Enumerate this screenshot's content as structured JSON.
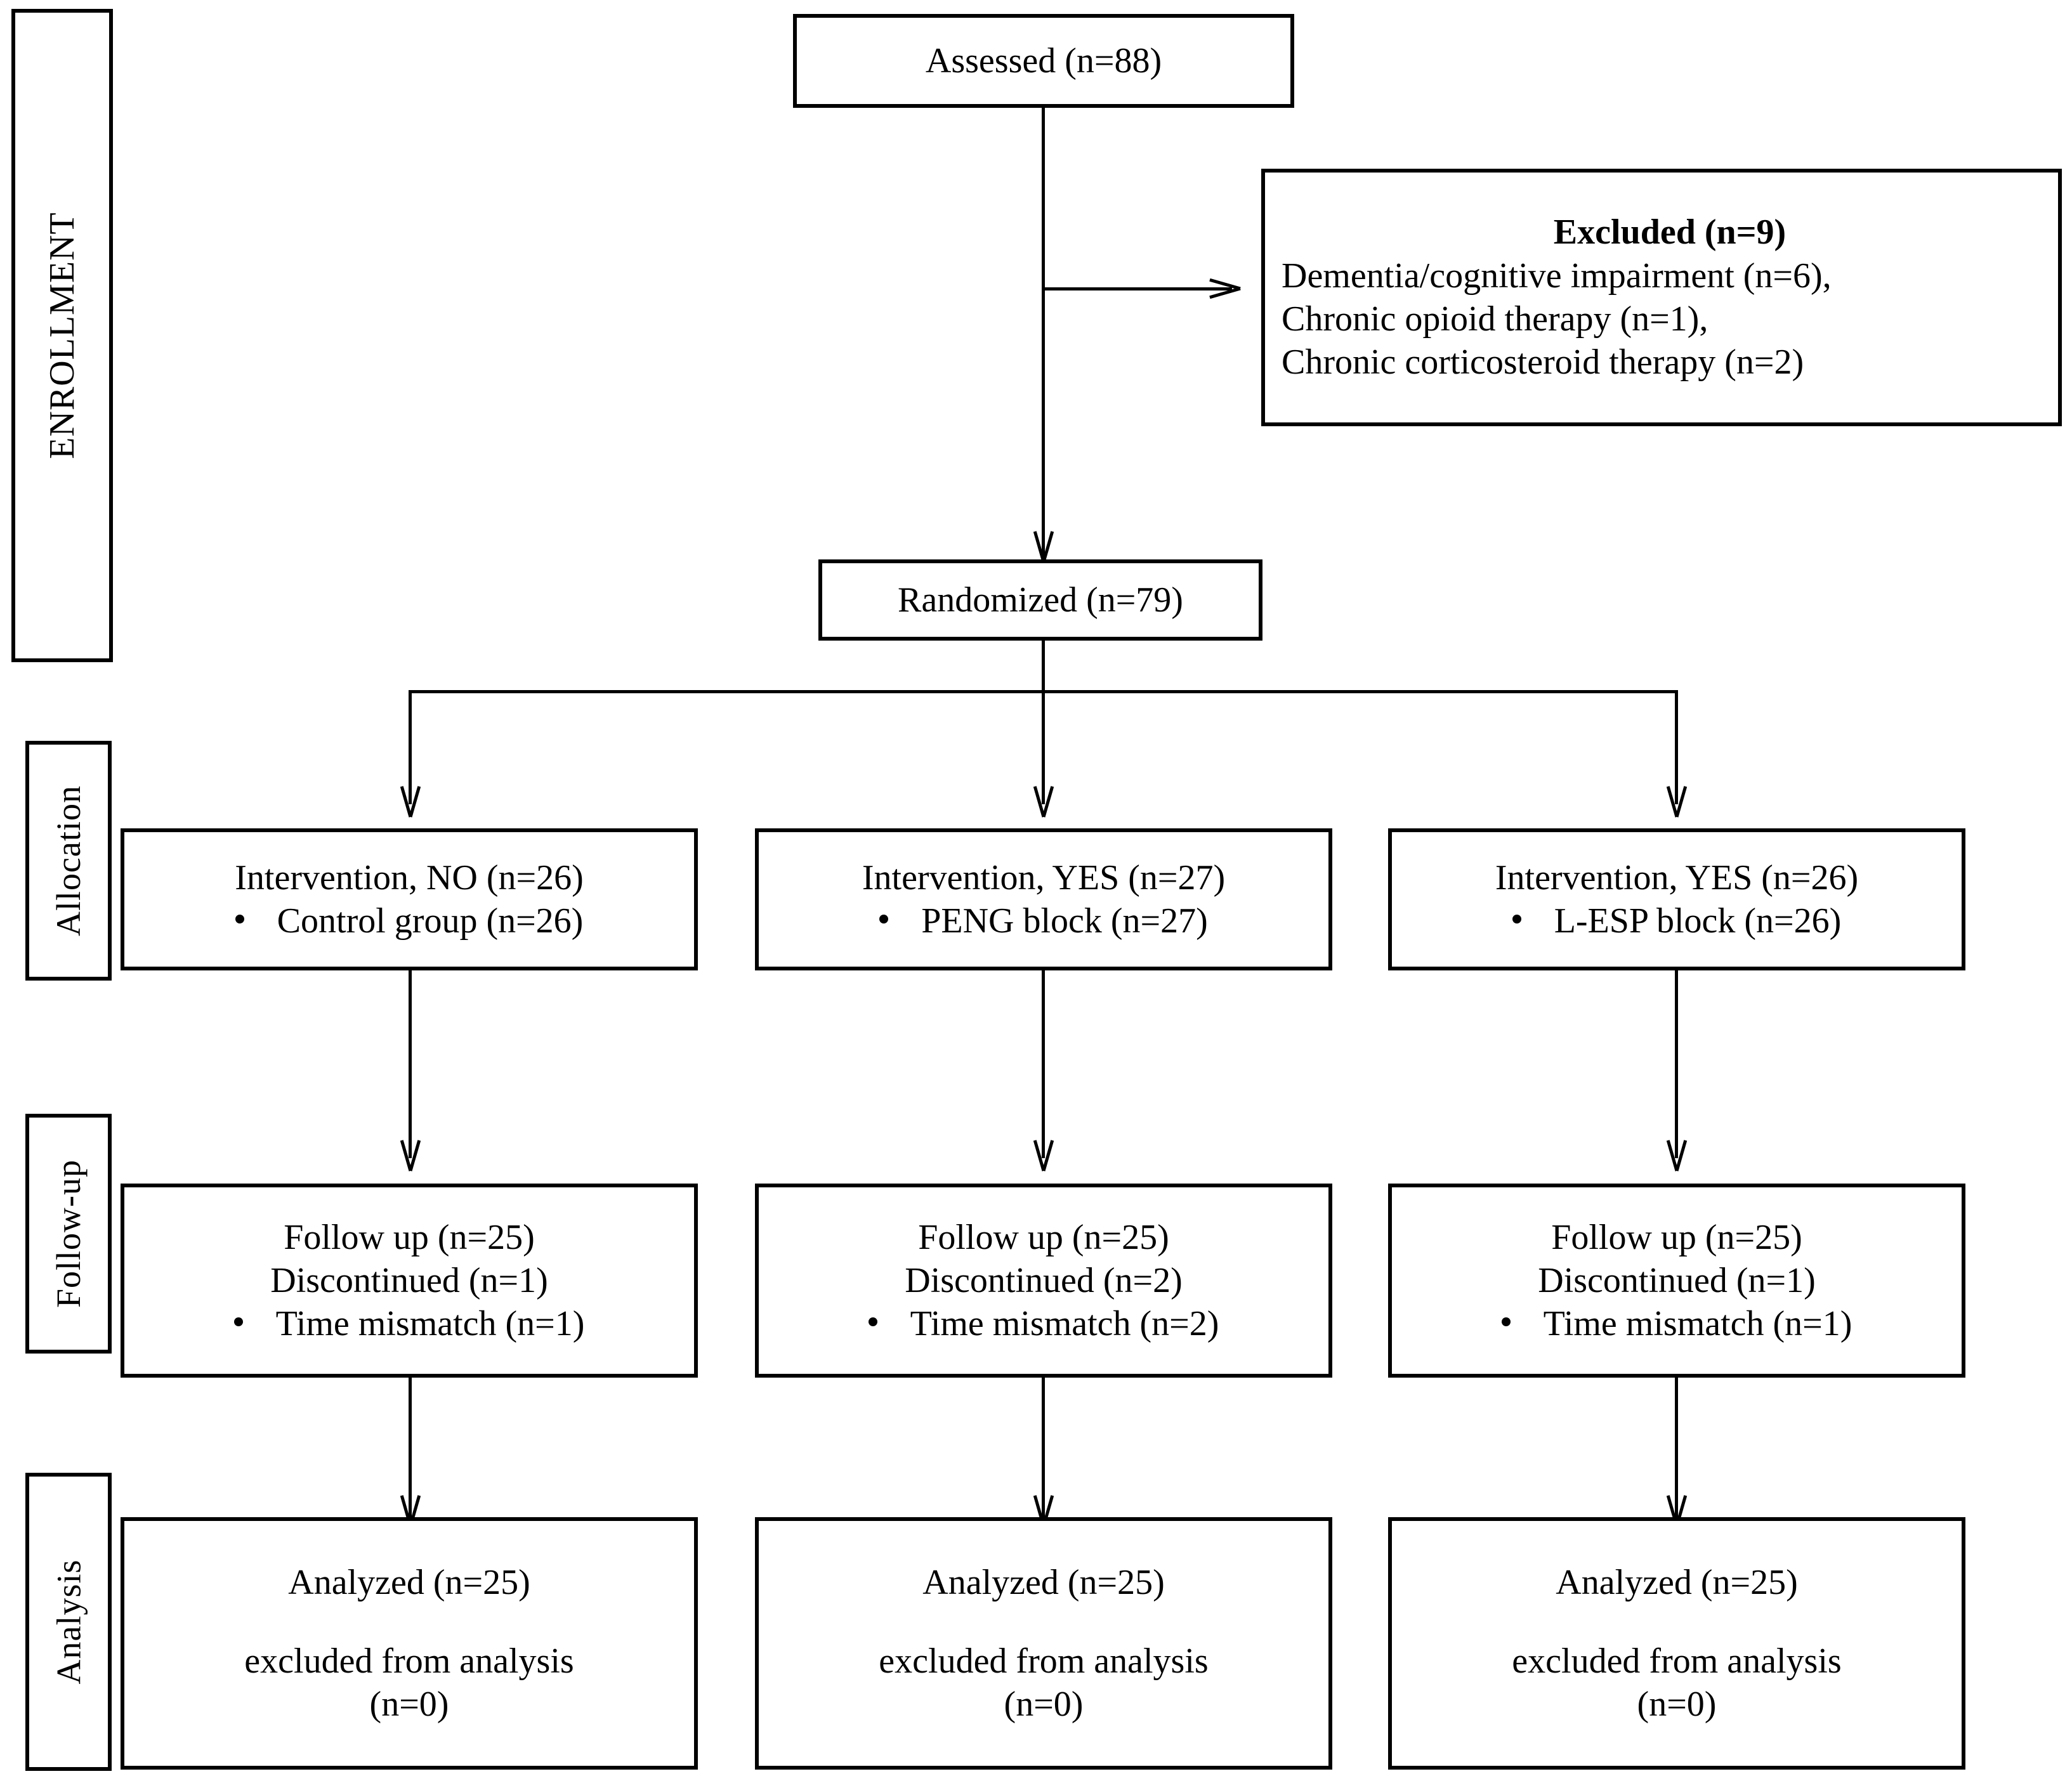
{
  "diagram": {
    "type": "consort-flow-diagram",
    "stages": [
      {
        "id": "enrollment",
        "label": "ENROLLMENT"
      },
      {
        "id": "allocation",
        "label": "Allocation"
      },
      {
        "id": "followup",
        "label": "Follow-up"
      },
      {
        "id": "analysis",
        "label": "Analysis"
      }
    ],
    "assessed": {
      "line1": "Assessed (n=88)"
    },
    "excluded": {
      "title": "Excluded (n=9)",
      "reasons": [
        "Dementia/cognitive impairment (n=6),",
        "Chronic opioid therapy (n=1),",
        "Chronic corticosteroid therapy (n=2)"
      ]
    },
    "randomized": {
      "line1": "Randomized (n=79)"
    },
    "allocation_boxes": [
      {
        "heading": "Intervention, NO (n=26)",
        "bullet": "Control group (n=26)"
      },
      {
        "heading": "Intervention, YES (n=27)",
        "bullet": "PENG block (n=27)"
      },
      {
        "heading": "Intervention, YES (n=26)",
        "bullet": "L-ESP block (n=26)"
      }
    ],
    "followup_boxes": [
      {
        "line1": "Follow up (n=25)",
        "line2": "Discontinued (n=1)",
        "bullet": "Time mismatch (n=1)"
      },
      {
        "line1": "Follow up (n=25)",
        "line2": "Discontinued (n=2)",
        "bullet": "Time mismatch (n=2)"
      },
      {
        "line1": "Follow up (n=25)",
        "line2": "Discontinued (n=1)",
        "bullet": "Time mismatch (n=1)"
      }
    ],
    "analysis_boxes": [
      {
        "line1": "Analyzed (n=25)",
        "line2": "excluded from analysis",
        "line3": "(n=0)"
      },
      {
        "line1": "Analyzed (n=25)",
        "line2": "excluded from analysis",
        "line3": "(n=0)"
      },
      {
        "line1": "Analyzed (n=25)",
        "line2": "excluded from analysis",
        "line3": "(n=0)"
      }
    ],
    "colors": {
      "stroke": "#000000",
      "background": "#ffffff",
      "text": "#000000"
    }
  }
}
